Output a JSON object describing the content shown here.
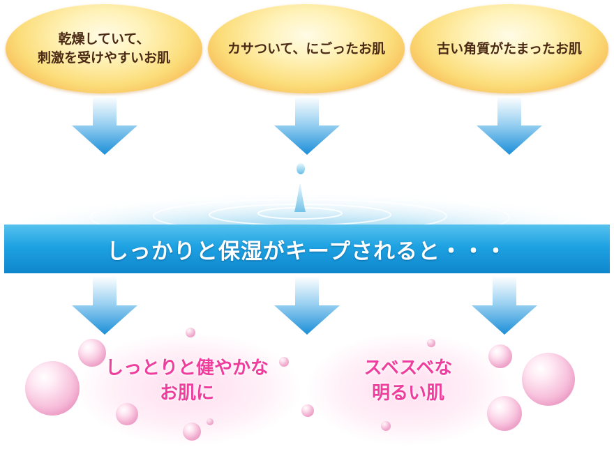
{
  "top_items": [
    {
      "line1": "乾燥していて、",
      "line2": "刺激を受けやすいお肌"
    },
    {
      "line1": "カサついて、にごったお肌",
      "line2": ""
    },
    {
      "line1": "古い角質がたまったお肌",
      "line2": ""
    }
  ],
  "banner": {
    "text": "しっかりと保湿がキープされると・・・"
  },
  "results": [
    {
      "line1": "しっとりと健やかな",
      "line2": "お肌に"
    },
    {
      "line1": "スベスベな",
      "line2": "明るい肌"
    }
  ],
  "colors": {
    "banner": "#1ea2e2",
    "oval": "#fbdc78",
    "oval_text": "#4a2a14",
    "result_text": "#ee3d9c",
    "arrow": "#1a8fd6"
  },
  "icons": {
    "arrow": "down-arrow-icon",
    "water": "water-drop-ripple",
    "bubble": "bubble"
  }
}
